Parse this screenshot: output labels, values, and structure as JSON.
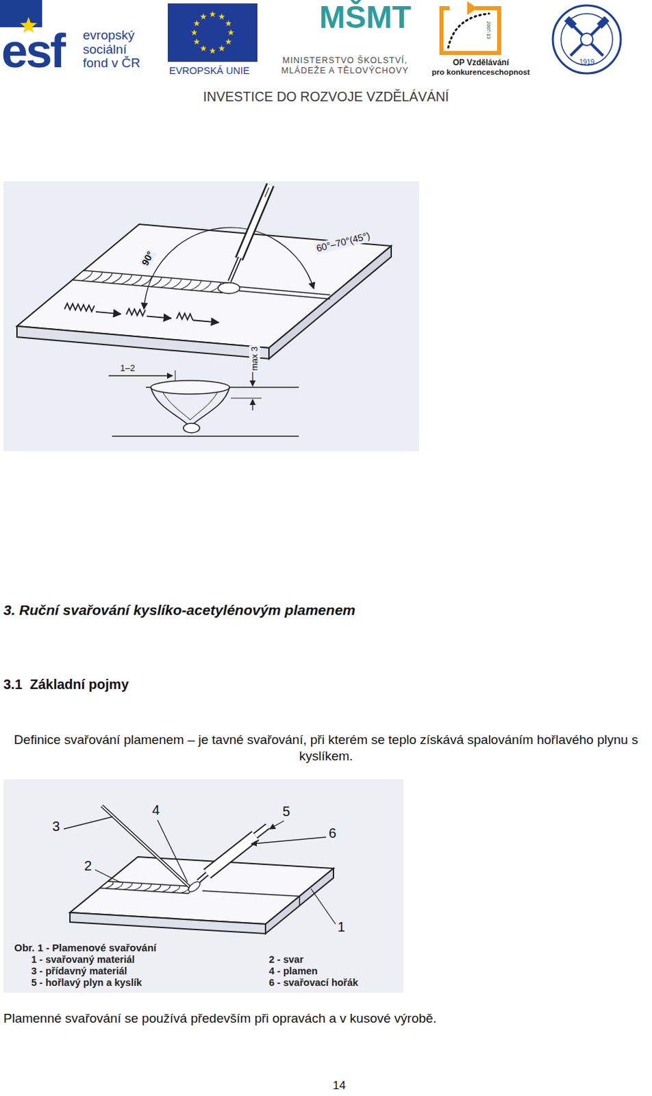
{
  "diagram": {
    "title": "3. Ruční svařování kyslíko-acetylénovým plamenem",
    "labels": [
      "esf",
      "evropský sociální fond v ČR",
      "EVROPSKÁ UNIE",
      "MŠMT",
      "MINISTERSTVO ŠKOLSTVÍ, MLÁDEŽE A TĚLOVÝCHOVY",
      "2007-13",
      "OP Vzdělávání",
      "pro konkurenceschopnost",
      "1919",
      "INVESTICE DO ROZVOJE VZDĚLÁVÁNÍ",
      "90°",
      "60°–70°(45°)",
      "1–2",
      "max 3",
      "3.1  Základní pojmy",
      "Definice svařování plamenem – je tavné svařování, při kterém se teplo získává spalováním hořlavého plynu s kyslíkem.",
      "3",
      "2",
      "4",
      "5",
      "6",
      "1",
      "Obr. 1 - Plamenové svařování",
      "1 - svařovaný materiál",
      "2 - svar",
      "3 - přídavný materiál",
      "4 - plamen",
      "5 - hořlavý plyn a kyslík",
      "6 - svařovací hořák",
      "Plamenné svařování se používá především při opravách a v kusové výrobě.",
      "14"
    ]
  }
}
